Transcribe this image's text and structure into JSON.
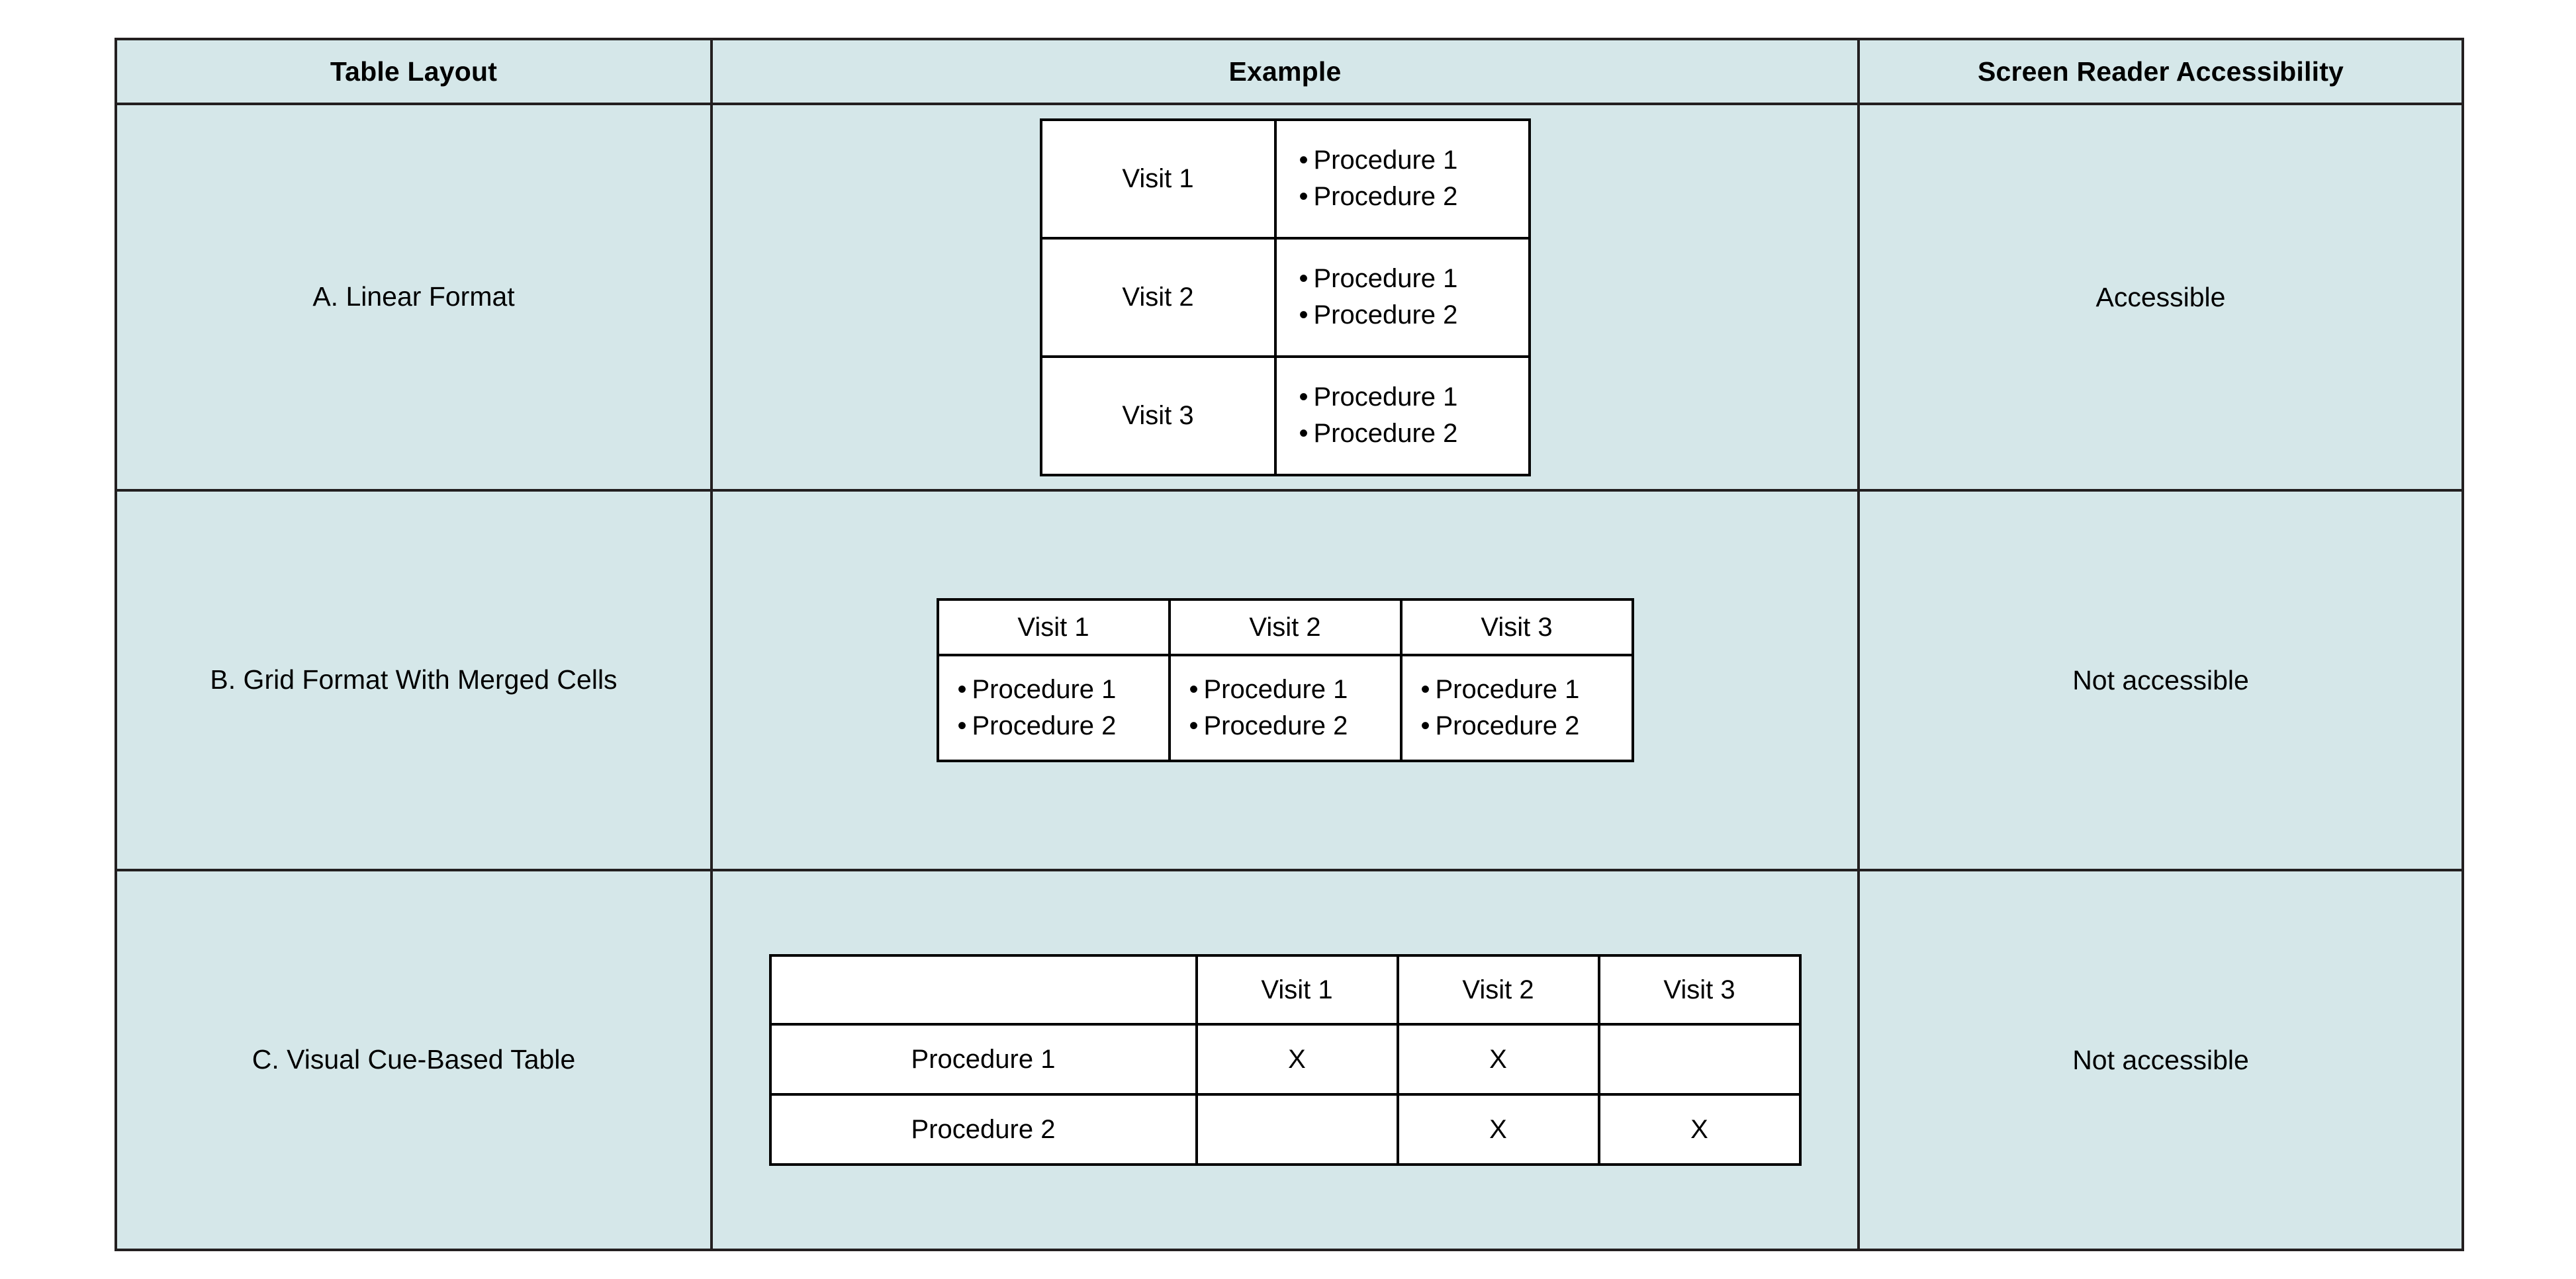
{
  "table": {
    "columns": [
      {
        "key": "layout",
        "header": "Table Layout"
      },
      {
        "key": "example",
        "header": "Example"
      },
      {
        "key": "access",
        "header": "Screen Reader Accessibility"
      }
    ],
    "colors": {
      "cell_background": "#d5e7e9",
      "border": "#231f20",
      "inner_border": "#000000",
      "inner_background": "#ffffff",
      "text": "#000000"
    },
    "rows": [
      {
        "id": "linear",
        "layout_label": "A. Linear Format",
        "accessibility": "Accessible",
        "example": {
          "kind": "linear",
          "entries": [
            {
              "visit": "Visit 1",
              "procedures": [
                "Procedure 1",
                "Procedure 2"
              ]
            },
            {
              "visit": "Visit 2",
              "procedures": [
                "Procedure 1",
                "Procedure 2"
              ]
            },
            {
              "visit": "Visit 3",
              "procedures": [
                "Procedure 1",
                "Procedure 2"
              ]
            }
          ]
        }
      },
      {
        "id": "grid-merged",
        "layout_label": "B. Grid Format With Merged Cells",
        "accessibility": "Not accessible",
        "example": {
          "kind": "grid",
          "headers": [
            "Visit 1",
            "Visit 2",
            "Visit 3"
          ],
          "cells": [
            [
              "Procedure 1",
              "Procedure 2"
            ],
            [
              "Procedure 1",
              "Procedure 2"
            ],
            [
              "Procedure 1",
              "Procedure 2"
            ]
          ]
        }
      },
      {
        "id": "visual-cue",
        "layout_label": "C. Visual Cue-Based Table",
        "accessibility": "Not accessible",
        "example": {
          "kind": "cue",
          "corner": "",
          "headers": [
            "Visit 1",
            "Visit 2",
            "Visit 3"
          ],
          "row_labels": [
            "Procedure 1",
            "Procedure 2"
          ],
          "marks": [
            [
              "X",
              "X",
              ""
            ],
            [
              "",
              "X",
              "X"
            ]
          ]
        }
      }
    ]
  },
  "glyphs": {
    "bullet": "•"
  }
}
